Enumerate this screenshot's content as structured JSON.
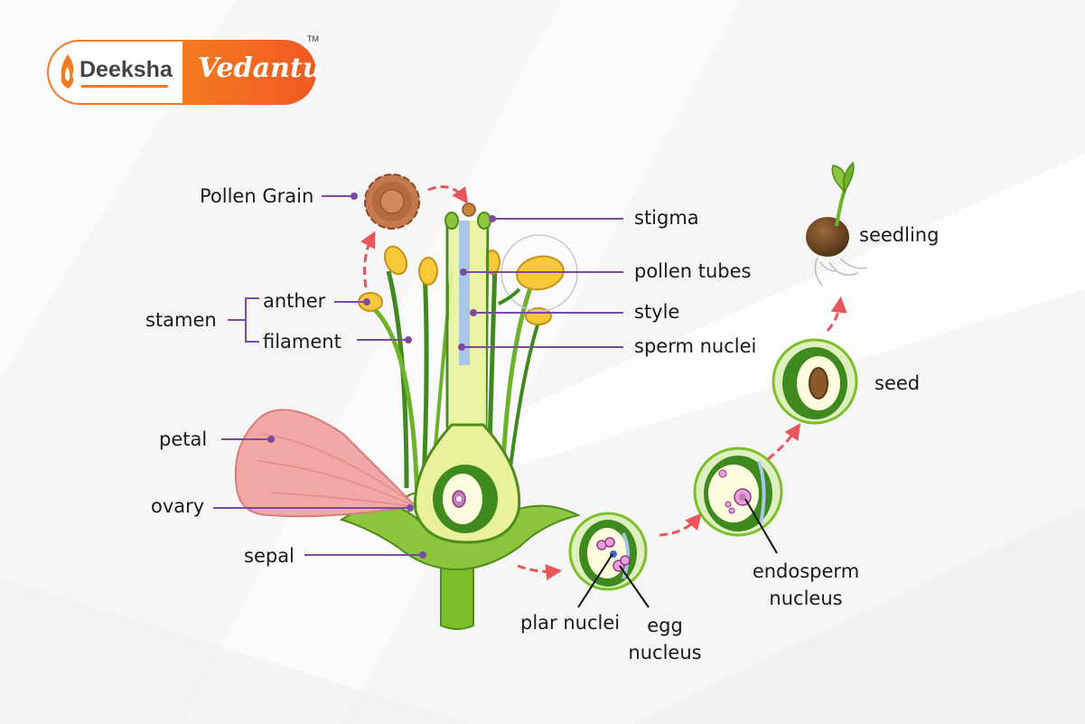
{
  "brand": {
    "left": "Deeksha",
    "right": "Vedantu",
    "mark": "TM",
    "colors": {
      "orange": "#f47b20",
      "red_orange": "#f05a22"
    }
  },
  "labels": {
    "pollen_grain": "Pollen Grain",
    "stigma": "stigma",
    "pollen_tubes": "pollen tubes",
    "style": "style",
    "sperm_nuclei": "sperm nuclei",
    "stamen": "stamen",
    "anther": "anther",
    "filament": "filament",
    "petal": "petal",
    "ovary": "ovary",
    "sepal": "sepal",
    "seedling": "seedling",
    "seed": "seed",
    "endosperm_line1": "endosperm",
    "endosperm_line2": "nucleus",
    "plar_nuclei": "plar nuclei",
    "egg_line1": "egg",
    "egg_line2": "nucleus"
  },
  "colors": {
    "leader": "#7c4a9e",
    "arrow": "#e8555a",
    "green_dark": "#3f8a1f",
    "green_light": "#9ed13a",
    "yellow": "#f2e27a",
    "petal": "#f2a8a4"
  }
}
